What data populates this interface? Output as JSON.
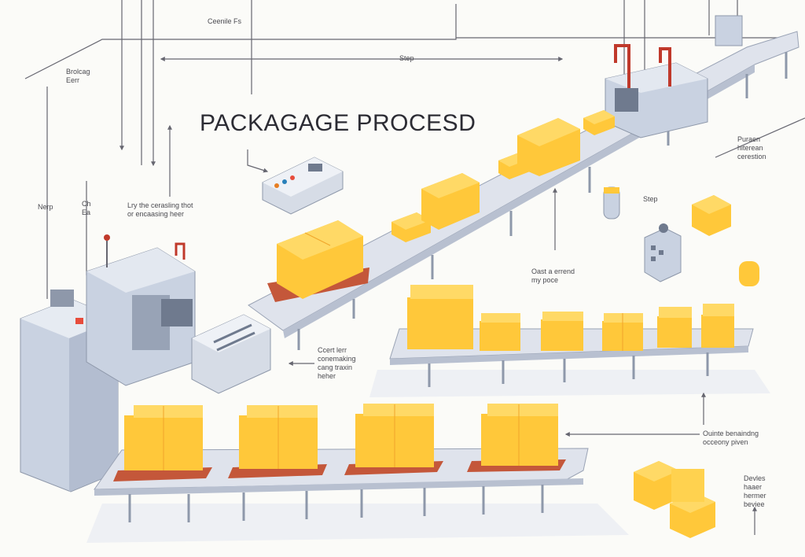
{
  "title": "PACKAGAGE PROCESD",
  "labels": {
    "top_center": "Ceenile Fs",
    "top_step": "Step",
    "top_left_2": "Brolcag\nEerr",
    "left_nerp": "Nerp",
    "left_small": "Ch\nEa",
    "mid_left": "Lry the cerasling thot\nor encaasing heer",
    "mid_step": "Step",
    "mid_center": "Oast a errend\nmy poce",
    "right_top": "Puraen\nhiterean\ncerestion",
    "lower_left": "Ccert lerr\nconemaking\ncang traxin\nheher",
    "right_mid": "Ouinte benaindng\nocceony piven",
    "right_bottom": "Devles\nhaaer\nhermer\nbeviee"
  },
  "colors": {
    "box": "#ffc83a",
    "box_dark": "#f0a52a",
    "conveyor": "#dfe3ec",
    "pallet": "#c4573a",
    "machine": "#c9d2e1",
    "line": "#666670"
  }
}
